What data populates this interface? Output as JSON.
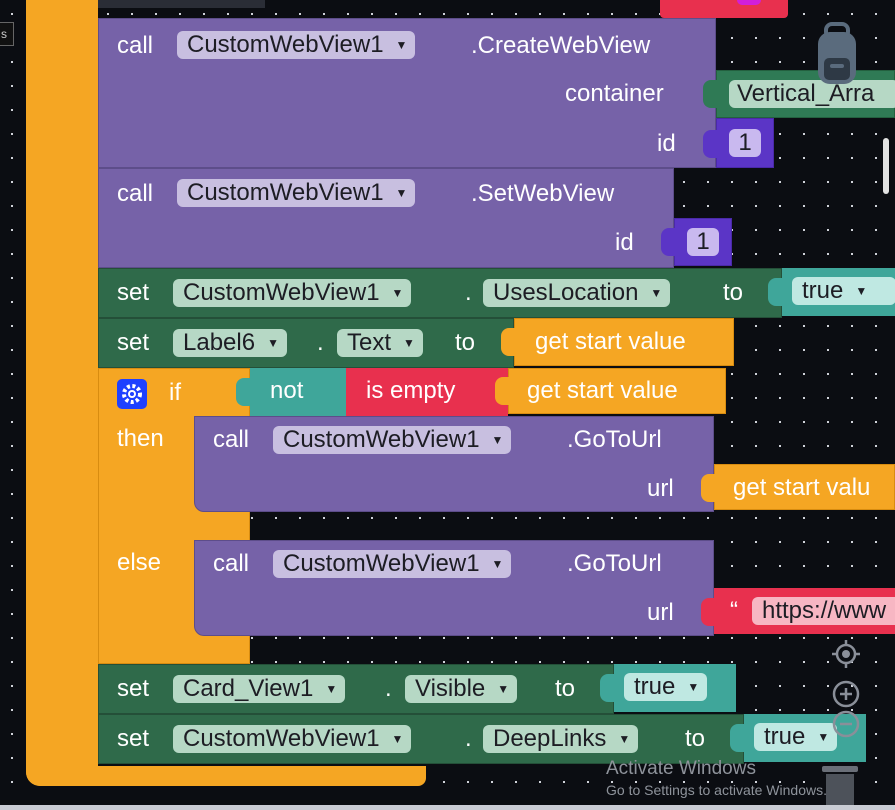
{
  "corner_label": "s",
  "watermark": {
    "line1": "Activate Windows",
    "line2": "Go to Settings to activate Windows."
  },
  "blocks": {
    "create": {
      "call": "call",
      "component": "CustomWebView1",
      "method": ".CreateWebView",
      "param1": "container",
      "param1_value": "Vertical_Arra",
      "param2": "id",
      "param2_value": "1"
    },
    "setwv": {
      "call": "call",
      "component": "CustomWebView1",
      "method": ".SetWebView",
      "param": "id",
      "param_value": "1"
    },
    "uses_location": {
      "set": "set",
      "component": "CustomWebView1",
      "dot": ".",
      "property": "UsesLocation",
      "to": "to",
      "value": "true"
    },
    "label_text": {
      "set": "set",
      "component": "Label6",
      "dot": ".",
      "property": "Text",
      "to": "to",
      "value": "get start value"
    },
    "ifblock": {
      "if": "if",
      "then": "then",
      "else": "else",
      "not": "not",
      "is_empty": "is empty",
      "value": "get start value"
    },
    "goto1": {
      "call": "call",
      "component": "CustomWebView1",
      "method": ".GoToUrl",
      "param": "url",
      "value": "get start valu"
    },
    "goto2": {
      "call": "call",
      "component": "CustomWebView1",
      "method": ".GoToUrl",
      "param": "url",
      "quote": "“",
      "value": "https://www"
    },
    "card_visible": {
      "set": "set",
      "component": "Card_View1",
      "dot": ".",
      "property": "Visible",
      "to": "to",
      "value": "true"
    },
    "deeplinks": {
      "set": "set",
      "component": "CustomWebView1",
      "dot": ".",
      "property": "DeepLinks",
      "to": "to",
      "value": "true"
    }
  },
  "colors": {
    "procedure": "#7662a8",
    "setter": "#2f6a4a",
    "text": "#f5a623",
    "logic": "#3fa69a",
    "math": "#5b35c6",
    "control": "#f5a623"
  }
}
